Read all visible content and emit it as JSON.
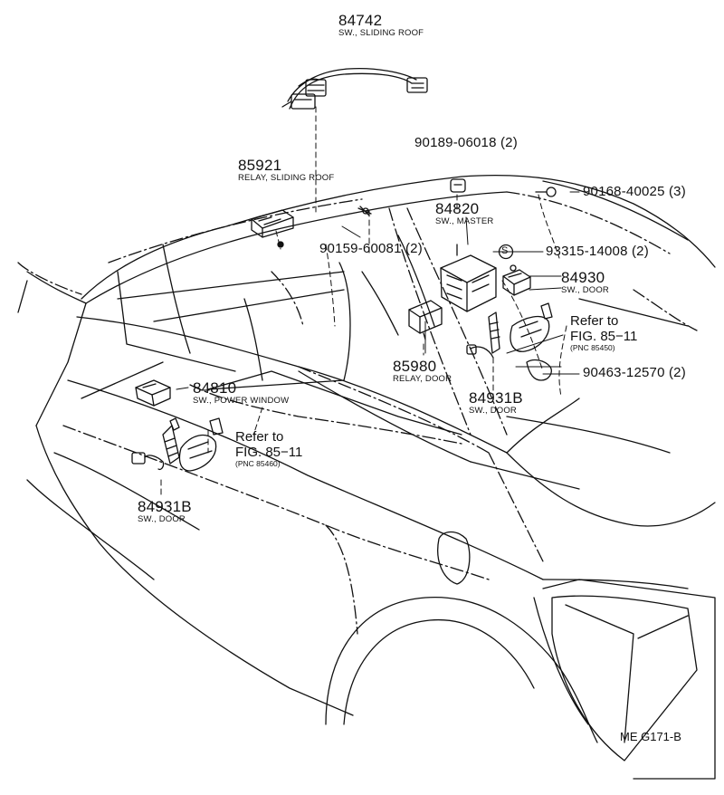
{
  "parts": [
    {
      "key": "p84742",
      "number": "84742",
      "desc": "SW., SLIDING ROOF"
    },
    {
      "key": "p85921",
      "number": "85921",
      "desc": "RELAY, SLIDING ROOF"
    },
    {
      "key": "p90189",
      "number": "90189-06018 (2)",
      "desc": ""
    },
    {
      "key": "p84820",
      "number": "84820",
      "desc": "SW., MASTER"
    },
    {
      "key": "p90168",
      "number": "90168-40025 (3)",
      "desc": ""
    },
    {
      "key": "p90159",
      "number": "90159-60081 (2)",
      "desc": ""
    },
    {
      "key": "p93315",
      "number": "93315-14008 (2)",
      "desc": ""
    },
    {
      "key": "p84930",
      "number": "84930",
      "desc": "SW., DOOR"
    },
    {
      "key": "p85980",
      "number": "85980",
      "desc": "RELAY, DOOR"
    },
    {
      "key": "p90463",
      "number": "90463-12570 (2)",
      "desc": ""
    },
    {
      "key": "p84931b_r",
      "number": "84931B",
      "desc": "SW., DOOR"
    },
    {
      "key": "p84810",
      "number": "84810",
      "desc": "SW., POWER WINDOW"
    },
    {
      "key": "p84931b_l",
      "number": "84931B",
      "desc": "SW., DOOR"
    }
  ],
  "references": [
    {
      "key": "ref_right",
      "line1": "Refer to",
      "line2": "FIG. 85−11",
      "pnc": "(PNC 85450)"
    },
    {
      "key": "ref_left",
      "line1": "Refer to",
      "line2": "FIG. 85−11",
      "pnc": "(PNC 85460)"
    }
  ],
  "symbols": {
    "s_mark": "S"
  },
  "footer": {
    "code": "ME G171-B"
  }
}
